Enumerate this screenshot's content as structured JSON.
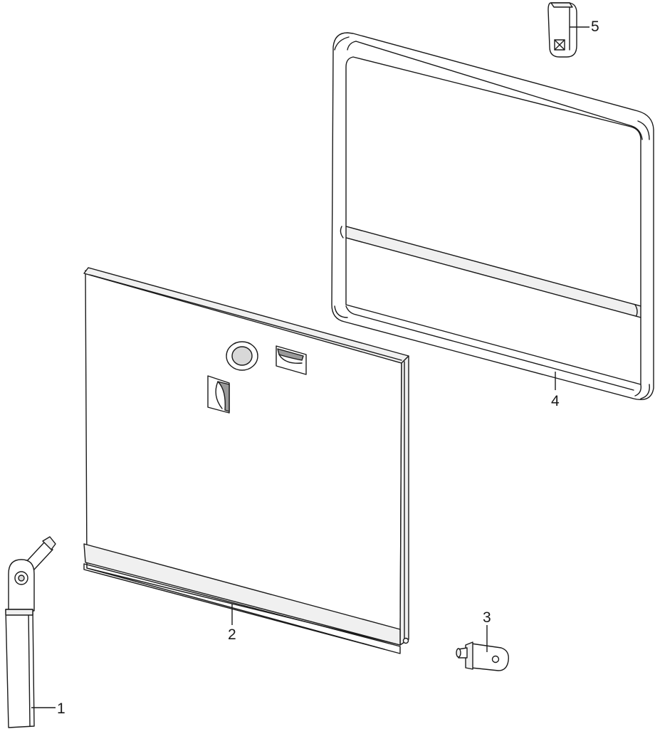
{
  "diagram": {
    "parts": [
      {
        "id": "part-1",
        "label": "1",
        "icon": "hinge-arm"
      },
      {
        "id": "part-2",
        "label": "2",
        "icon": "door-panel"
      },
      {
        "id": "part-3",
        "label": "3",
        "icon": "hinge-pin"
      },
      {
        "id": "part-4",
        "label": "4",
        "icon": "door-frame"
      },
      {
        "id": "part-5",
        "label": "5",
        "icon": "latch-clip"
      }
    ],
    "colors": {
      "line": "#1a1a1a",
      "background": "#ffffff",
      "shade": "#d8d8d8"
    }
  }
}
